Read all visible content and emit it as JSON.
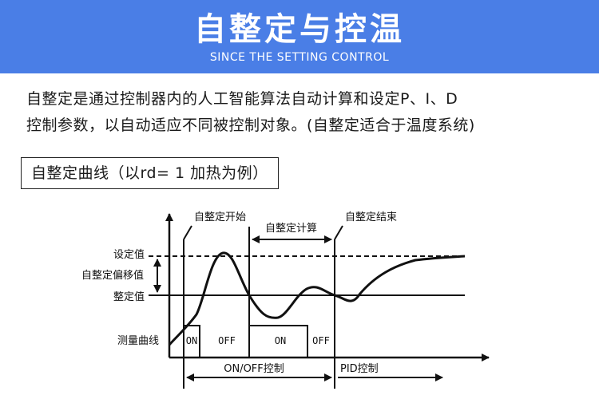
{
  "header": {
    "title": "自整定与控温",
    "subtitle": "SINCE THE SETTING CONTROL"
  },
  "description": {
    "line1": "自整定是通过控制器内的人工智能算法自动计算和设定P、I、D",
    "line2": "控制参数，以自动适应不同被控制对象。(自整定适合于温度系统)"
  },
  "section": {
    "heading": "自整定曲线（以rd= 1 加热为例）"
  },
  "diagram": {
    "labels": {
      "autotune_start": "自整定开始",
      "autotune_calc": "自整定计算",
      "autotune_end": "自整定结束",
      "setpoint": "设定值",
      "autotune_offset": "自整定偏移值",
      "tuning_value": "整定值",
      "measured_curve": "测量曲线",
      "onoff_control": "ON/OFF控制",
      "pid_control": "PID控制"
    },
    "output_states": [
      "ON",
      "OFF",
      "ON",
      "OFF"
    ]
  }
}
